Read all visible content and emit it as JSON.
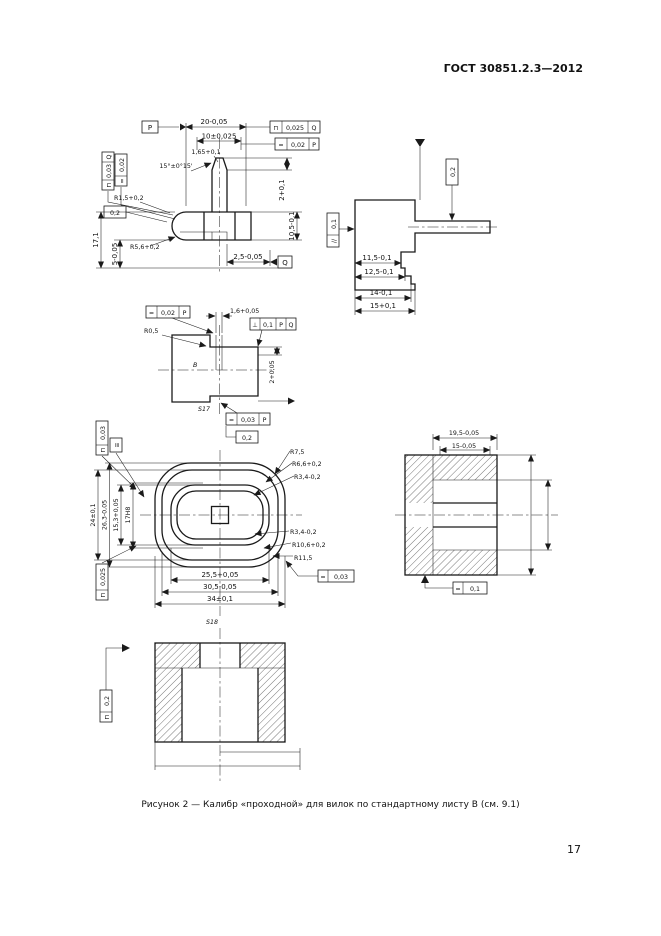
{
  "doc": {
    "header": "ГОСТ 30851.2.3—2012",
    "caption": "Рисунок 2 — Калибр «проходной» для вилок по стандартному листу В (см. 9.1)",
    "page_number": "17"
  },
  "v1": {
    "datum_p": "P",
    "dim_20": "20-0,05",
    "fcf_top": {
      "sym": "⊓",
      "val": "0,025",
      "dat": "Q"
    },
    "dim_10": "10±0,025",
    "fcf_mid": {
      "sym": "=",
      "val": "0,02",
      "dat": "P"
    },
    "dim_165": "1,65+0,1",
    "angle": "15°±0°15'",
    "fcf_l1": {
      "sym": "⊓",
      "val": "0,03",
      "dat": "Q"
    },
    "fcf_l2": {
      "sym": "=",
      "val": "0,02"
    },
    "fcf_l3": {
      "val": "0,2"
    },
    "r_15": "R1,5+0,2",
    "r_56": "R5,6+0,2",
    "dim_171": "17,1",
    "dim_5": "5-0,05",
    "dim_2": "2+0,1",
    "dim_105": "10,5-0,1",
    "dim_25": "2,5-0,05",
    "datum_q": "Q"
  },
  "v2": {
    "fcf_par": {
      "sym": "//",
      "val": "0,1"
    },
    "fcf_02": {
      "val": "0,2"
    },
    "dim_115": "11,5-0,1",
    "dim_125": "12,5-0,1",
    "dim_14": "14-0,1",
    "dim_15": "15+0,1"
  },
  "v3": {
    "fcf_sym": {
      "sym": "=",
      "val": "0,02",
      "dat": "P"
    },
    "dim_16": "1,6+0,05",
    "r_05": "R0,5",
    "fcf_pos": {
      "sym": "⊥",
      "val": "0,1",
      "dat1": "P",
      "dat2": "Q"
    },
    "label_b": "В",
    "dim_2": "2+0,05",
    "s_mark": "S17",
    "fcf_sym2": {
      "sym": "=",
      "val": "0,03",
      "dat": "P"
    },
    "fcf_02": {
      "val": "0,2"
    }
  },
  "v4": {
    "fcf_tl": {
      "sym": "⊓",
      "val": "0,03"
    },
    "fcf_tl2": {
      "sym": "≡"
    },
    "fcf_bl": {
      "sym": "⊓",
      "val": "0,025"
    },
    "r_tr1": "R7,5",
    "r_tr2": "R6,6+0,2",
    "r_tr3": "R3,4-0,2",
    "r_br1": "R3,4-0,2",
    "r_br2": "R10,6+0,2",
    "r_br3": "R11,5",
    "dim_24": "24±0,1",
    "dim_263": "26,3-0,05",
    "dim_153": "15,3+0,05",
    "dim_17": "17Н8",
    "dim_255": "25,5+0,05",
    "dim_305": "30,5-0,05",
    "dim_34": "34±0,1",
    "fcf_br": {
      "sym": "=",
      "val": "0,03"
    },
    "s_mark": "S18"
  },
  "v5": {
    "dim_195": "19,5-0,05",
    "dim_15": "15-0,05",
    "fcf": {
      "sym": "=",
      "val": "0,1"
    }
  },
  "v6": {
    "fcf": {
      "sym": "⊓",
      "val": "0,2"
    }
  }
}
